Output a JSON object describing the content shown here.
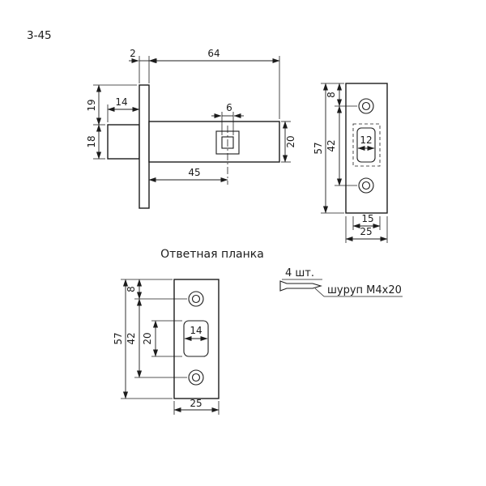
{
  "drawing": {
    "code": "3-45"
  },
  "latch_view": {
    "dims": {
      "faceplate_thickness": "2",
      "body_length": "64",
      "plate_top_to_bolt": "19",
      "bolt_protrusion": "14",
      "bolt_height": "18",
      "spindle_square": "6",
      "backset": "45",
      "body_height": "20"
    }
  },
  "strike_plate_top": {
    "dims": {
      "edge_to_hole": "8",
      "plate_height": "57",
      "hole_spacing": "42",
      "opening_width": "12",
      "opening_zone_width": "15",
      "plate_width": "25"
    }
  },
  "strike_plate_bottom": {
    "title": "Ответная планка",
    "dims": {
      "edge_to_hole": "8",
      "plate_height": "57",
      "hole_spacing": "42",
      "opening_height": "20",
      "opening_width": "14",
      "plate_width": "25"
    }
  },
  "screw_callout": {
    "quantity": "4 шт.",
    "label": "шуруп M4x20"
  }
}
